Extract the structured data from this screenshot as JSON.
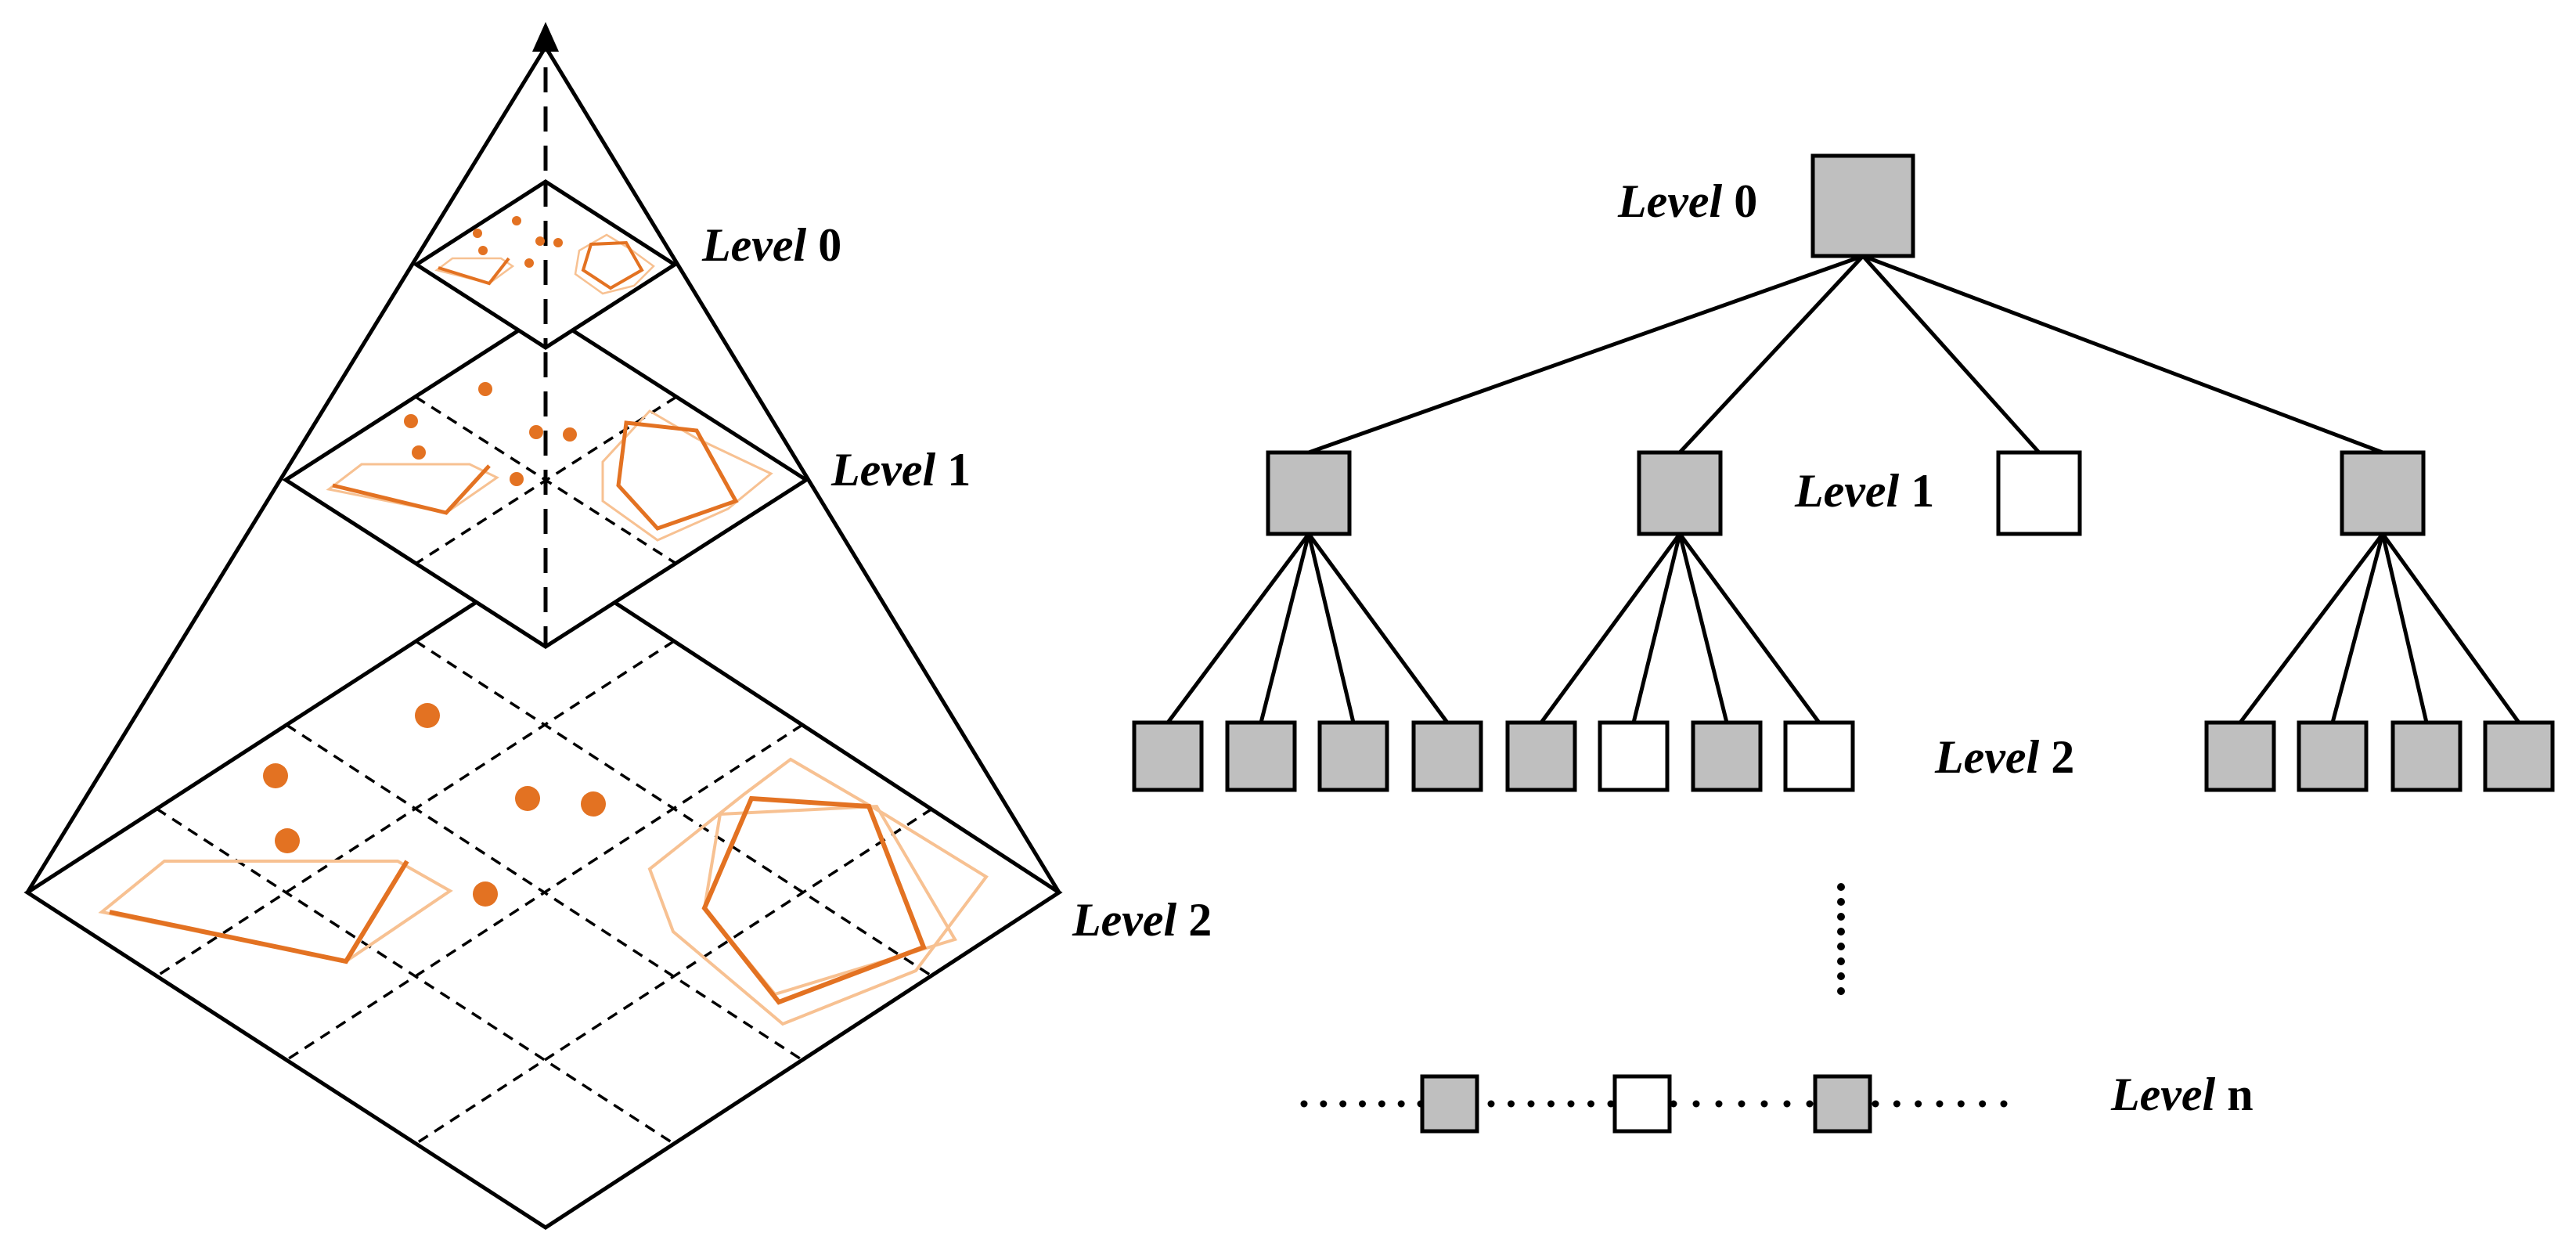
{
  "colors": {
    "line": "#000000",
    "node_filled": "#bfbfbf",
    "node_empty": "#ffffff",
    "feature_dark": "#e37222",
    "feature_light": "#f7c192"
  },
  "pyramid": {
    "labels": [
      {
        "word": "Level",
        "num": "0"
      },
      {
        "word": "Level",
        "num": "1"
      },
      {
        "word": "Level",
        "num": "2"
      }
    ]
  },
  "tree": {
    "labels": [
      {
        "word": "Level",
        "num": "0"
      },
      {
        "word": "Level",
        "num": "1"
      },
      {
        "word": "Level",
        "num": "2"
      },
      {
        "word": "Level",
        "num": "n"
      }
    ],
    "level1_filled": [
      true,
      true,
      false,
      true
    ],
    "level2_filled": [
      [
        true,
        true,
        true,
        true
      ],
      [
        true,
        false,
        true,
        false
      ],
      [],
      [
        true,
        true,
        true,
        true
      ]
    ],
    "leveln_filled": [
      true,
      false,
      true
    ]
  }
}
